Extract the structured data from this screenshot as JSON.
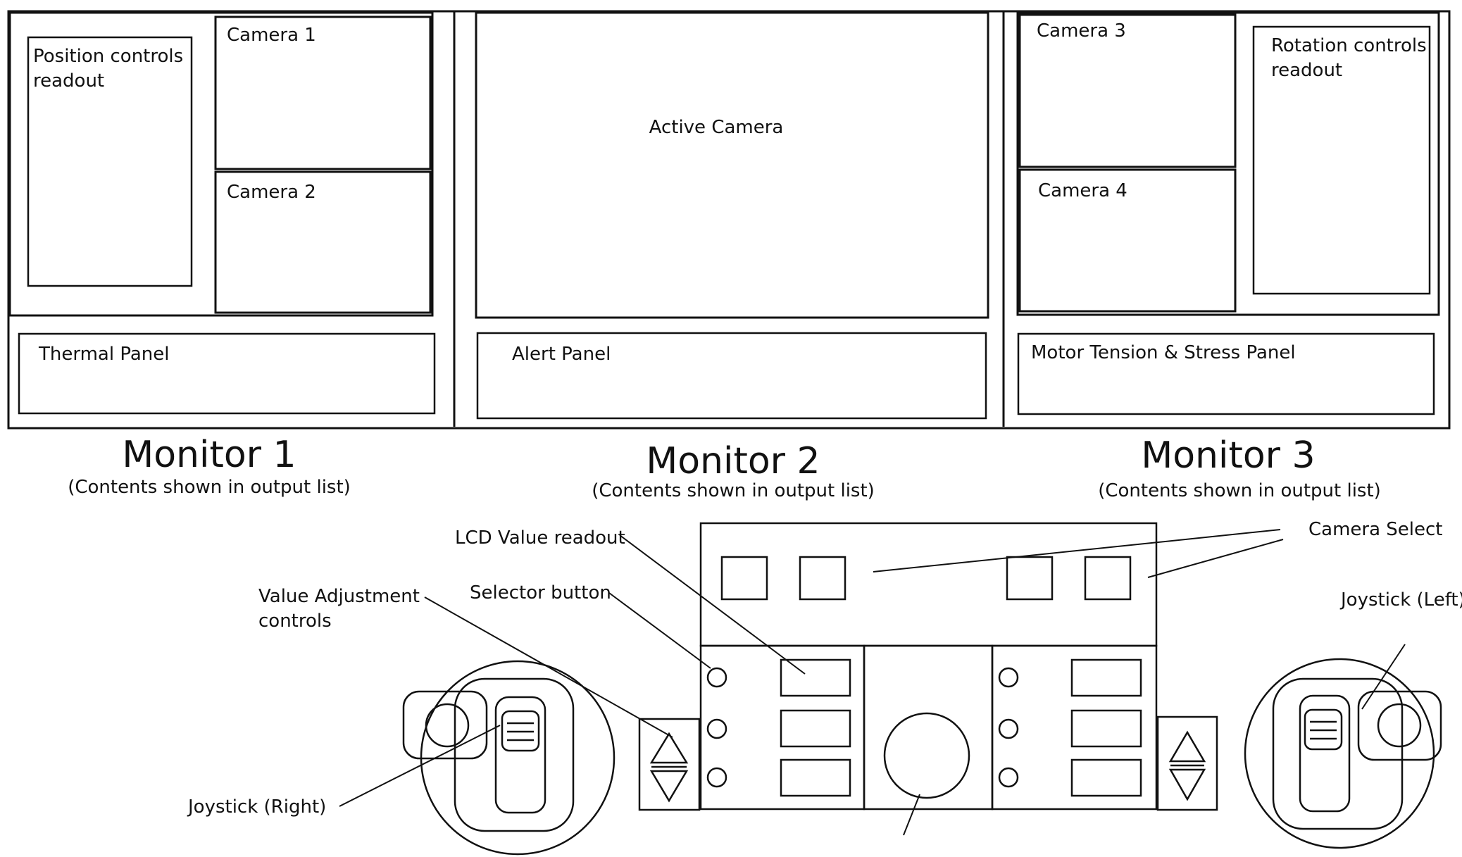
{
  "monitors": [
    {
      "title": "Monitor 1",
      "subtitle": "(Contents shown in output list)",
      "panels": {
        "position_readout": "Position controls readout",
        "camera_1": "Camera 1",
        "camera_2": "Camera 2",
        "thermal_panel": "Thermal Panel"
      }
    },
    {
      "title": "Monitor 2",
      "subtitle": "(Contents shown in output list)",
      "panels": {
        "active_camera": "Active Camera",
        "alert_panel": "Alert Panel"
      }
    },
    {
      "title": "Monitor 3",
      "subtitle": "(Contents shown in output list)",
      "panels": {
        "camera_3": "Camera 3",
        "camera_4": "Camera 4",
        "rotation_readout": "Rotation controls readout",
        "motor_panel": "Motor Tension & Stress Panel"
      }
    }
  ],
  "console": {
    "callouts": {
      "lcd_value_readout": "LCD Value readout",
      "selector_button": "Selector button",
      "value_adjustment_controls": "Value Adjustment controls",
      "camera_select": "Camera Select",
      "joystick_left": "Joystick (Left)",
      "joystick_right": "Joystick (Right)"
    }
  }
}
